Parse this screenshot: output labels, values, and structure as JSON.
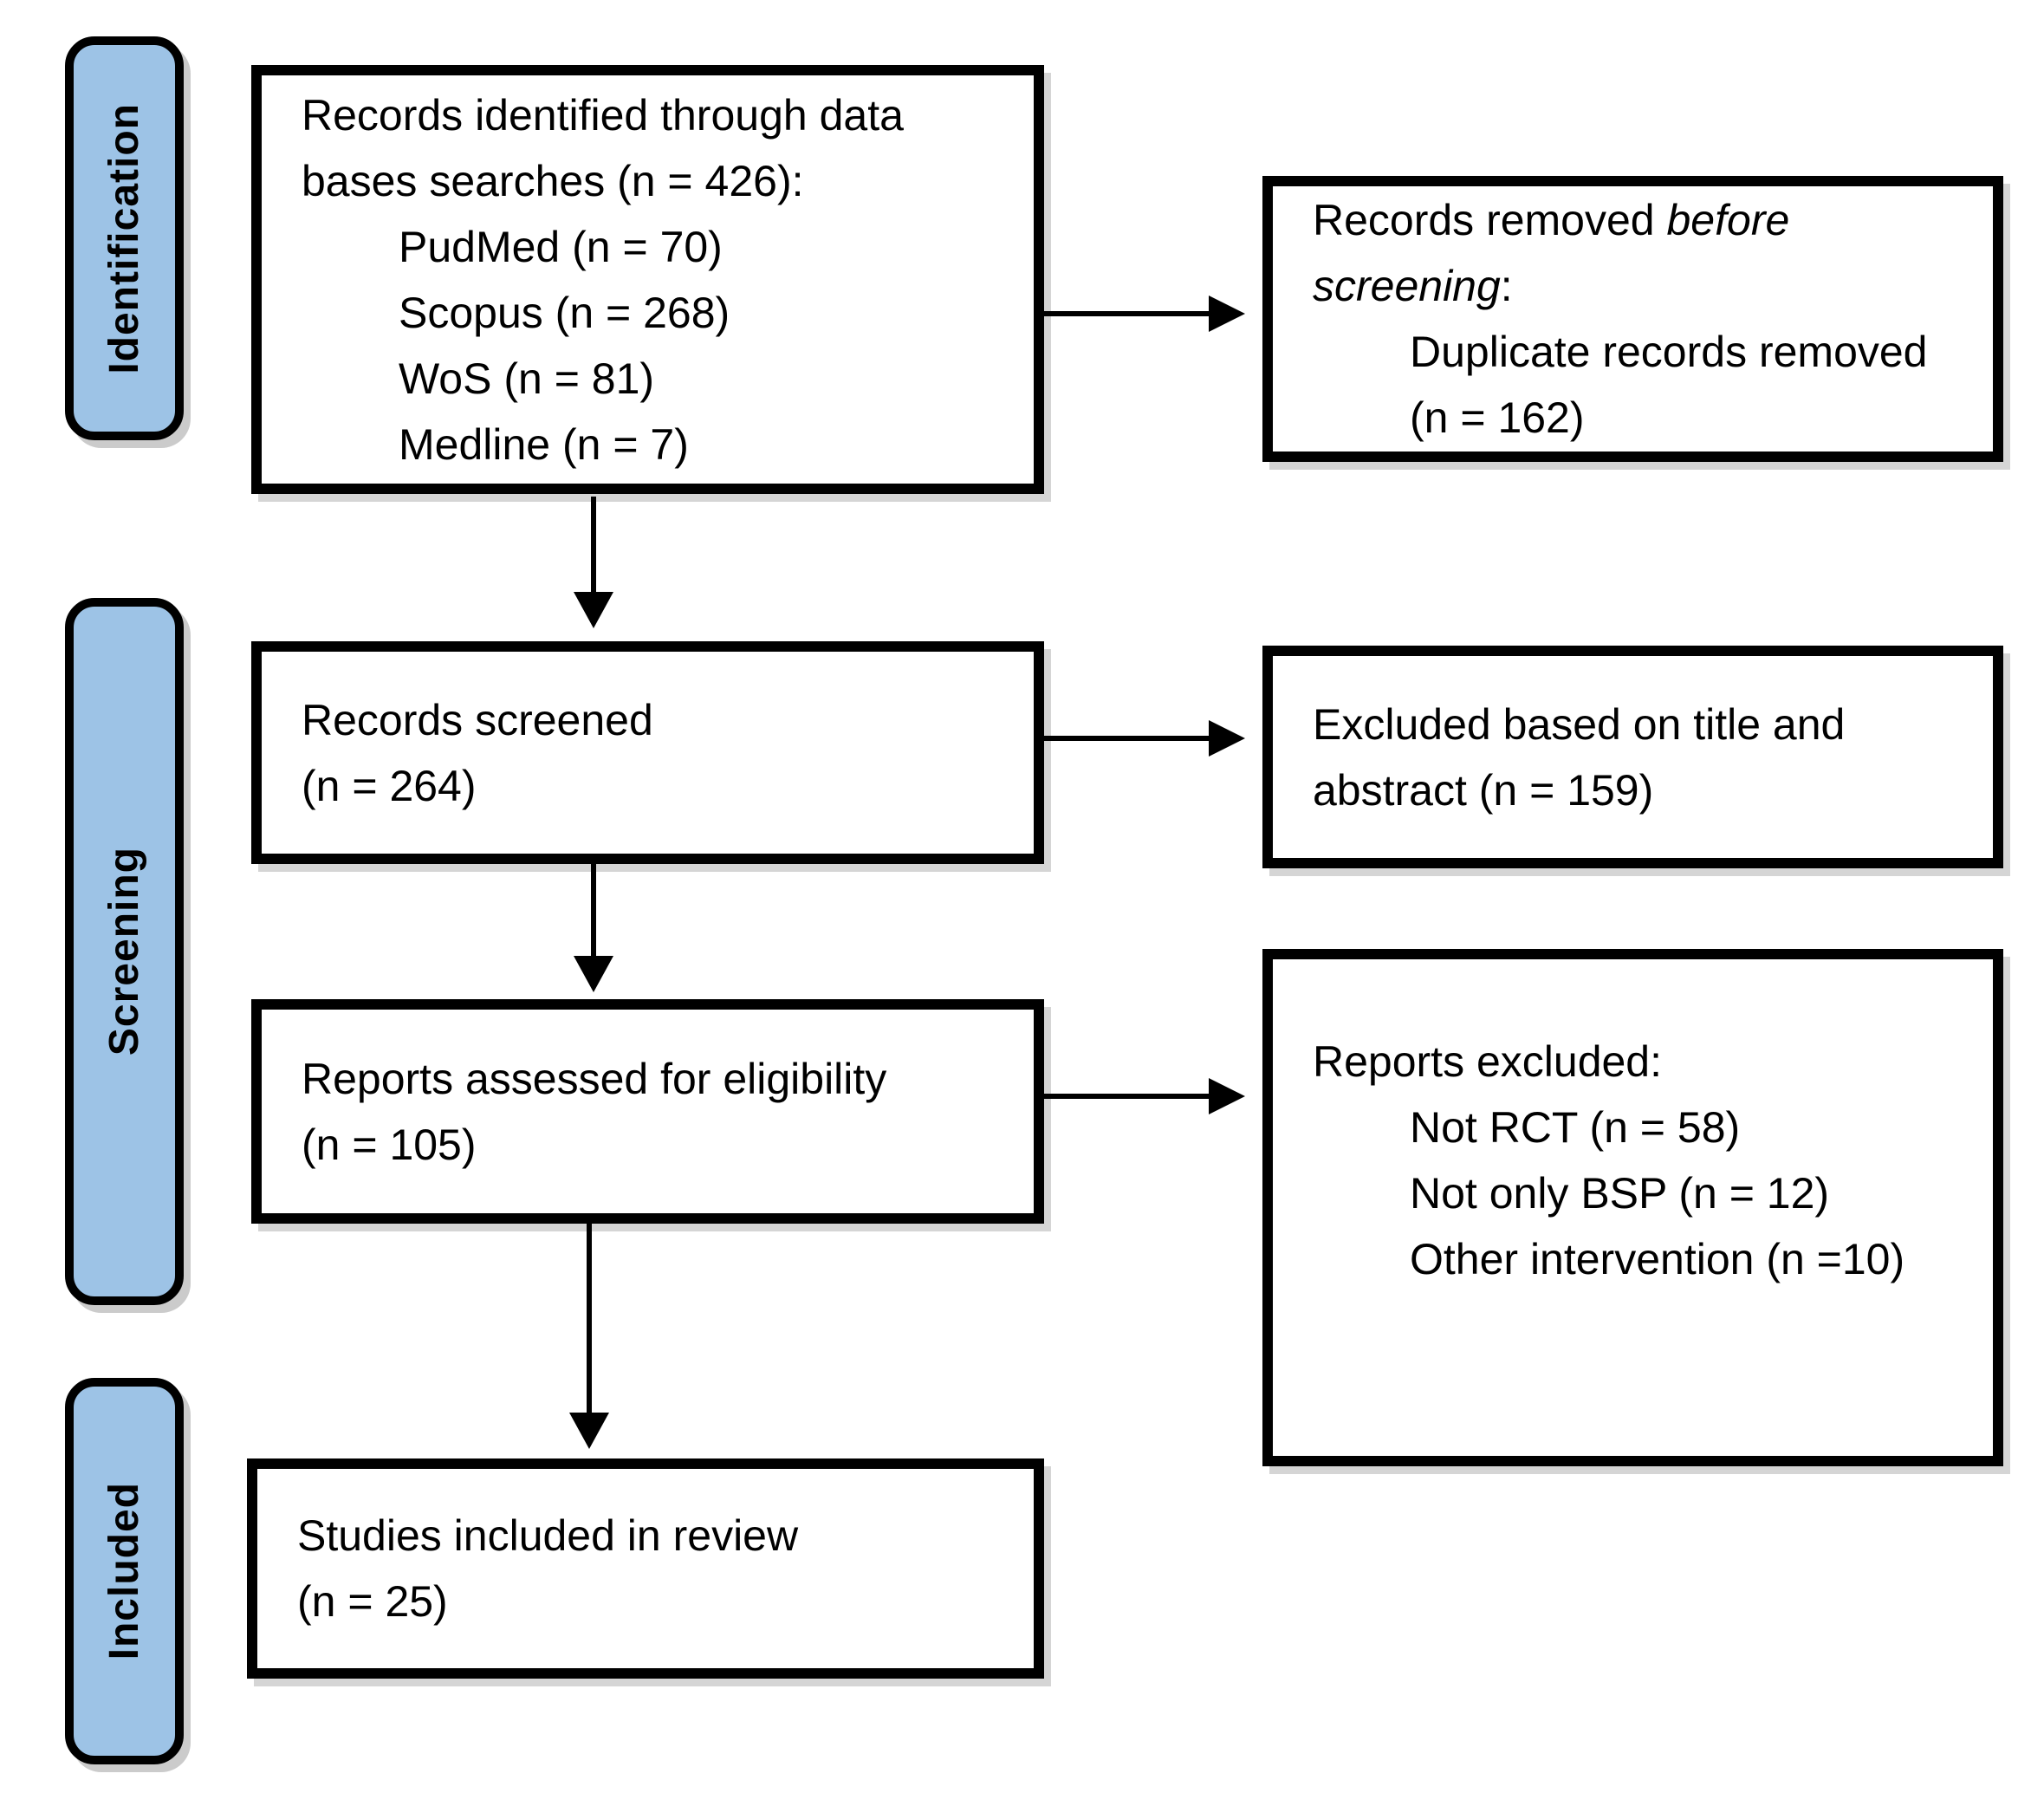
{
  "colors": {
    "stage_fill": "#9DC3E6",
    "border": "#000000",
    "background": "#FFFFFF",
    "text": "#000000"
  },
  "stages": [
    {
      "label": "Identification"
    },
    {
      "label": "Screening"
    },
    {
      "label": "Included"
    }
  ],
  "boxes": {
    "identified": {
      "line1": "Records identified through data",
      "line2": "bases searches (n = 426):",
      "items": [
        "PudMed (n = 70)",
        "Scopus (n = 268)",
        "WoS (n = 81)",
        "Medline (n = 7)"
      ]
    },
    "removed_before_screening": {
      "line1_pre": "Records removed ",
      "line1_italic": "before",
      "line2_italic": "screening",
      "line2_post": ":",
      "items": [
        "Duplicate records removed",
        "(n = 162)"
      ]
    },
    "screened": {
      "line1": "Records screened",
      "line2": "(n = 264)"
    },
    "excluded_title_abstract": {
      "line1": "Excluded based on title and",
      "line2": "abstract (n = 159)"
    },
    "assessed": {
      "line1": "Reports assessed for eligibility",
      "line2": "(n = 105)"
    },
    "reports_excluded": {
      "header": "Reports excluded:",
      "items": [
        "Not RCT (n = 58)",
        "Not only BSP (n = 12)",
        "Other intervention (n =10)"
      ]
    },
    "included_review": {
      "line1": "Studies included in review",
      "line2": "(n = 25)"
    }
  }
}
